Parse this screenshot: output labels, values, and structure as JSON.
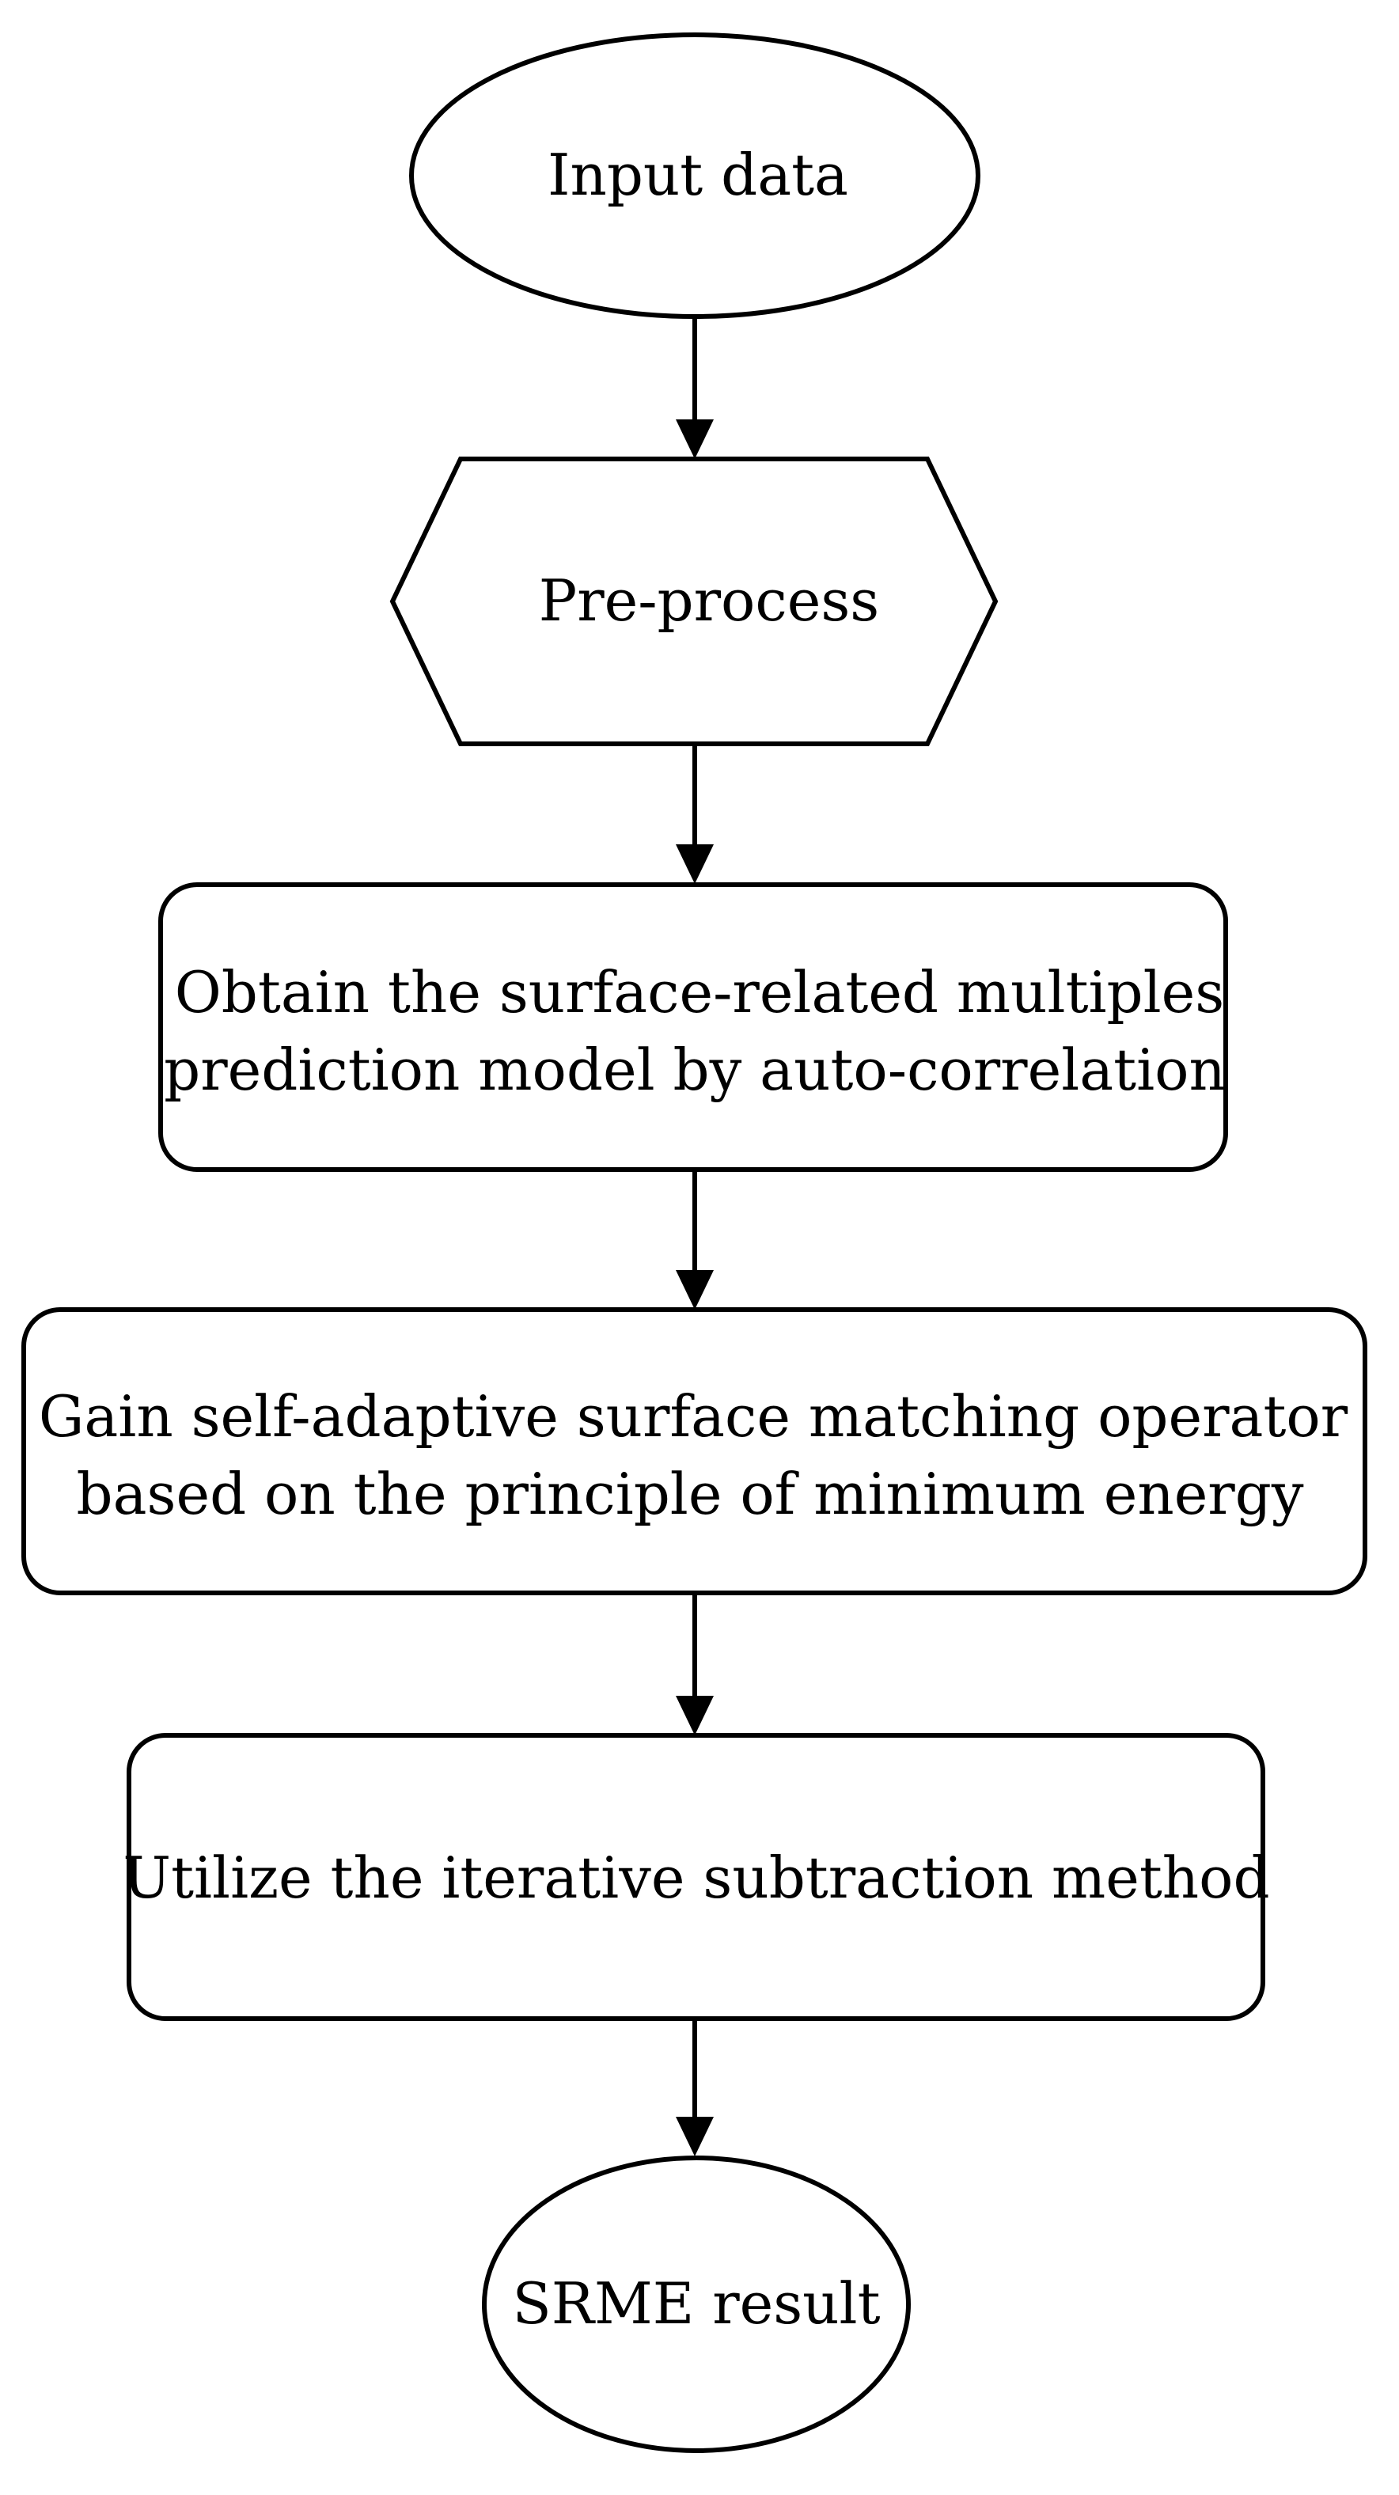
{
  "diagram": {
    "nodes": [
      {
        "id": "input",
        "shape": "ellipse",
        "lines": [
          "Input data"
        ]
      },
      {
        "id": "preprocess",
        "shape": "hexagon",
        "lines": [
          "Pre-process"
        ]
      },
      {
        "id": "prediction",
        "shape": "rounded-rect",
        "lines": [
          "Obtain the surface-related multiples",
          "prediction model by auto-correlation"
        ]
      },
      {
        "id": "operator",
        "shape": "rounded-rect",
        "lines": [
          "Gain self-adaptive surface matching operator",
          "based on the principle of minimum energy"
        ]
      },
      {
        "id": "subtraction",
        "shape": "rounded-rect",
        "lines": [
          "Utilize the iterative subtraction method"
        ]
      },
      {
        "id": "result",
        "shape": "ellipse",
        "lines": [
          "SRME result"
        ]
      }
    ],
    "edges": [
      {
        "from": "input",
        "to": "preprocess"
      },
      {
        "from": "preprocess",
        "to": "prediction"
      },
      {
        "from": "prediction",
        "to": "operator"
      },
      {
        "from": "operator",
        "to": "subtraction"
      },
      {
        "from": "subtraction",
        "to": "result"
      }
    ]
  }
}
